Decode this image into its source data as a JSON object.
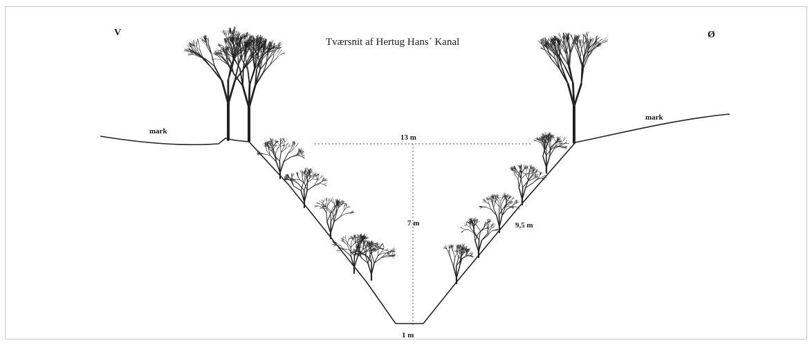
{
  "diagram": {
    "title": "Tværsnit af Hertug Hans´ Kanal",
    "direction_west": "V",
    "direction_east": "Ø",
    "field_label_left": "mark",
    "field_label_right": "mark",
    "width_top": "13 m",
    "depth": "7 m",
    "slope_length": "9,5 m",
    "width_bottom": "1 m"
  }
}
